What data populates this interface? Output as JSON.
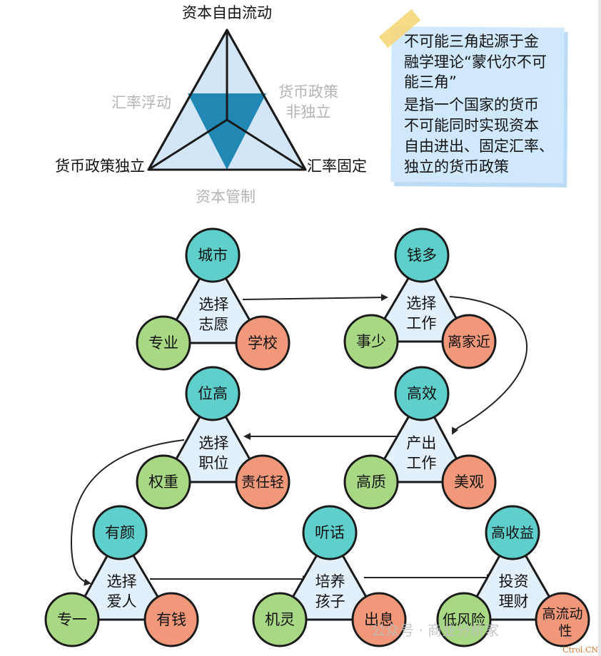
{
  "trilemma": {
    "vertex_top": "资本自由流动",
    "vertex_left": "货币政策独立",
    "vertex_right": "汇率固定",
    "side_left": "汇率浮动",
    "side_right_line1": "货币政策",
    "side_right_line2": "非独立",
    "side_bottom": "资本管制"
  },
  "note": {
    "lines": [
      "不可能三角起源于金",
      "融学理论“蒙代尔不可",
      "能三角”",
      "是指一个国家的货币",
      "不可能同时实现资本",
      "自由进出、固定汇率、",
      "独立的货币政策"
    ]
  },
  "groups": [
    {
      "id": "g1",
      "center": [
        "选择",
        "志愿"
      ],
      "top": "城市",
      "left": "专业",
      "right": "学校"
    },
    {
      "id": "g2",
      "center": [
        "选择",
        "工作"
      ],
      "top": "钱多",
      "left": "事少",
      "right": "离家近"
    },
    {
      "id": "g3",
      "center": [
        "选择",
        "职位"
      ],
      "top": "位高",
      "left": "权重",
      "right": "责任轻"
    },
    {
      "id": "g4",
      "center": [
        "产出",
        "工作"
      ],
      "top": "高效",
      "left": "高质",
      "right": "美观"
    },
    {
      "id": "g5",
      "center": [
        "选择",
        "爱人"
      ],
      "top": "有颜",
      "left": "专一",
      "right": "有钱"
    },
    {
      "id": "g6",
      "center": [
        "培养",
        "孩子"
      ],
      "top": "听话",
      "left": "机灵",
      "right": "出息"
    },
    {
      "id": "g7",
      "center": [
        "投资",
        "理财"
      ],
      "top": "高收益",
      "left": "低风险",
      "right": "高流动性"
    }
  ],
  "watermark": {
    "wechat": "公众号 · 商业分析家",
    "site": "Ctrol.CN"
  },
  "colors": {
    "top_circle": "#5ecfcb",
    "left_circle": "#a9d884",
    "right_circle": "#f2987a",
    "triangle_fill": "#e2f0fb",
    "trilemma_fill": "#d3e6f8",
    "trilemma_center": "#2088b3",
    "note_bg": "#cfe8fb",
    "gray_label": "#b4b4b4"
  }
}
